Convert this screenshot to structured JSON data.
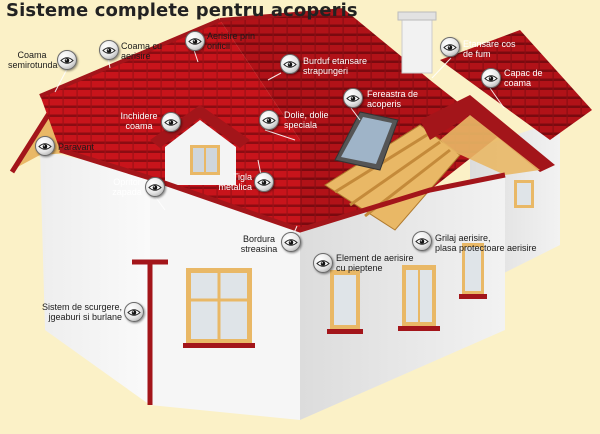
{
  "title": "Sisteme complete pentru acoperis",
  "icon": "eye-icon",
  "colors": {
    "background": "#fbf1c7",
    "roof": "#c8141b",
    "wall": "#f7f7f7",
    "trim": "#a3151a",
    "wood": "#e9b866"
  },
  "labels": {
    "coama_semirotunda": "Coama\nsemirotunda",
    "coama_cu_aerisire": "Coama cu\naerisire",
    "aerisire_prin_orificii": "Aerisire prin\norificii",
    "burduf_etansare": "Burduf etansare\nstrapungeri",
    "etansare_cos": "Etansare cos\nde fum",
    "capac_coama": "Capac de\ncoama",
    "fereastra_acoperis": "Fereastra de\nacoperis",
    "inchidere_coama": "Inchidere\ncoama",
    "dolie_speciala": "Dolie, dolie\nspeciala",
    "paravant": "Paravant",
    "opritor_zapada": "Opritor\nzapada",
    "tigla_metalica": "Tigla\nmetalica",
    "bordura_streasina": "Bordura\nstreasina",
    "element_aerisire_pieptene": "Element de aerisire\ncu pieptene",
    "grilaj_aerisire": "Grilaj aerisire,\nplasa protectoare aerisire",
    "sistem_scurgere": "Sistem de scurgere,\njgeaburi si burlane"
  }
}
